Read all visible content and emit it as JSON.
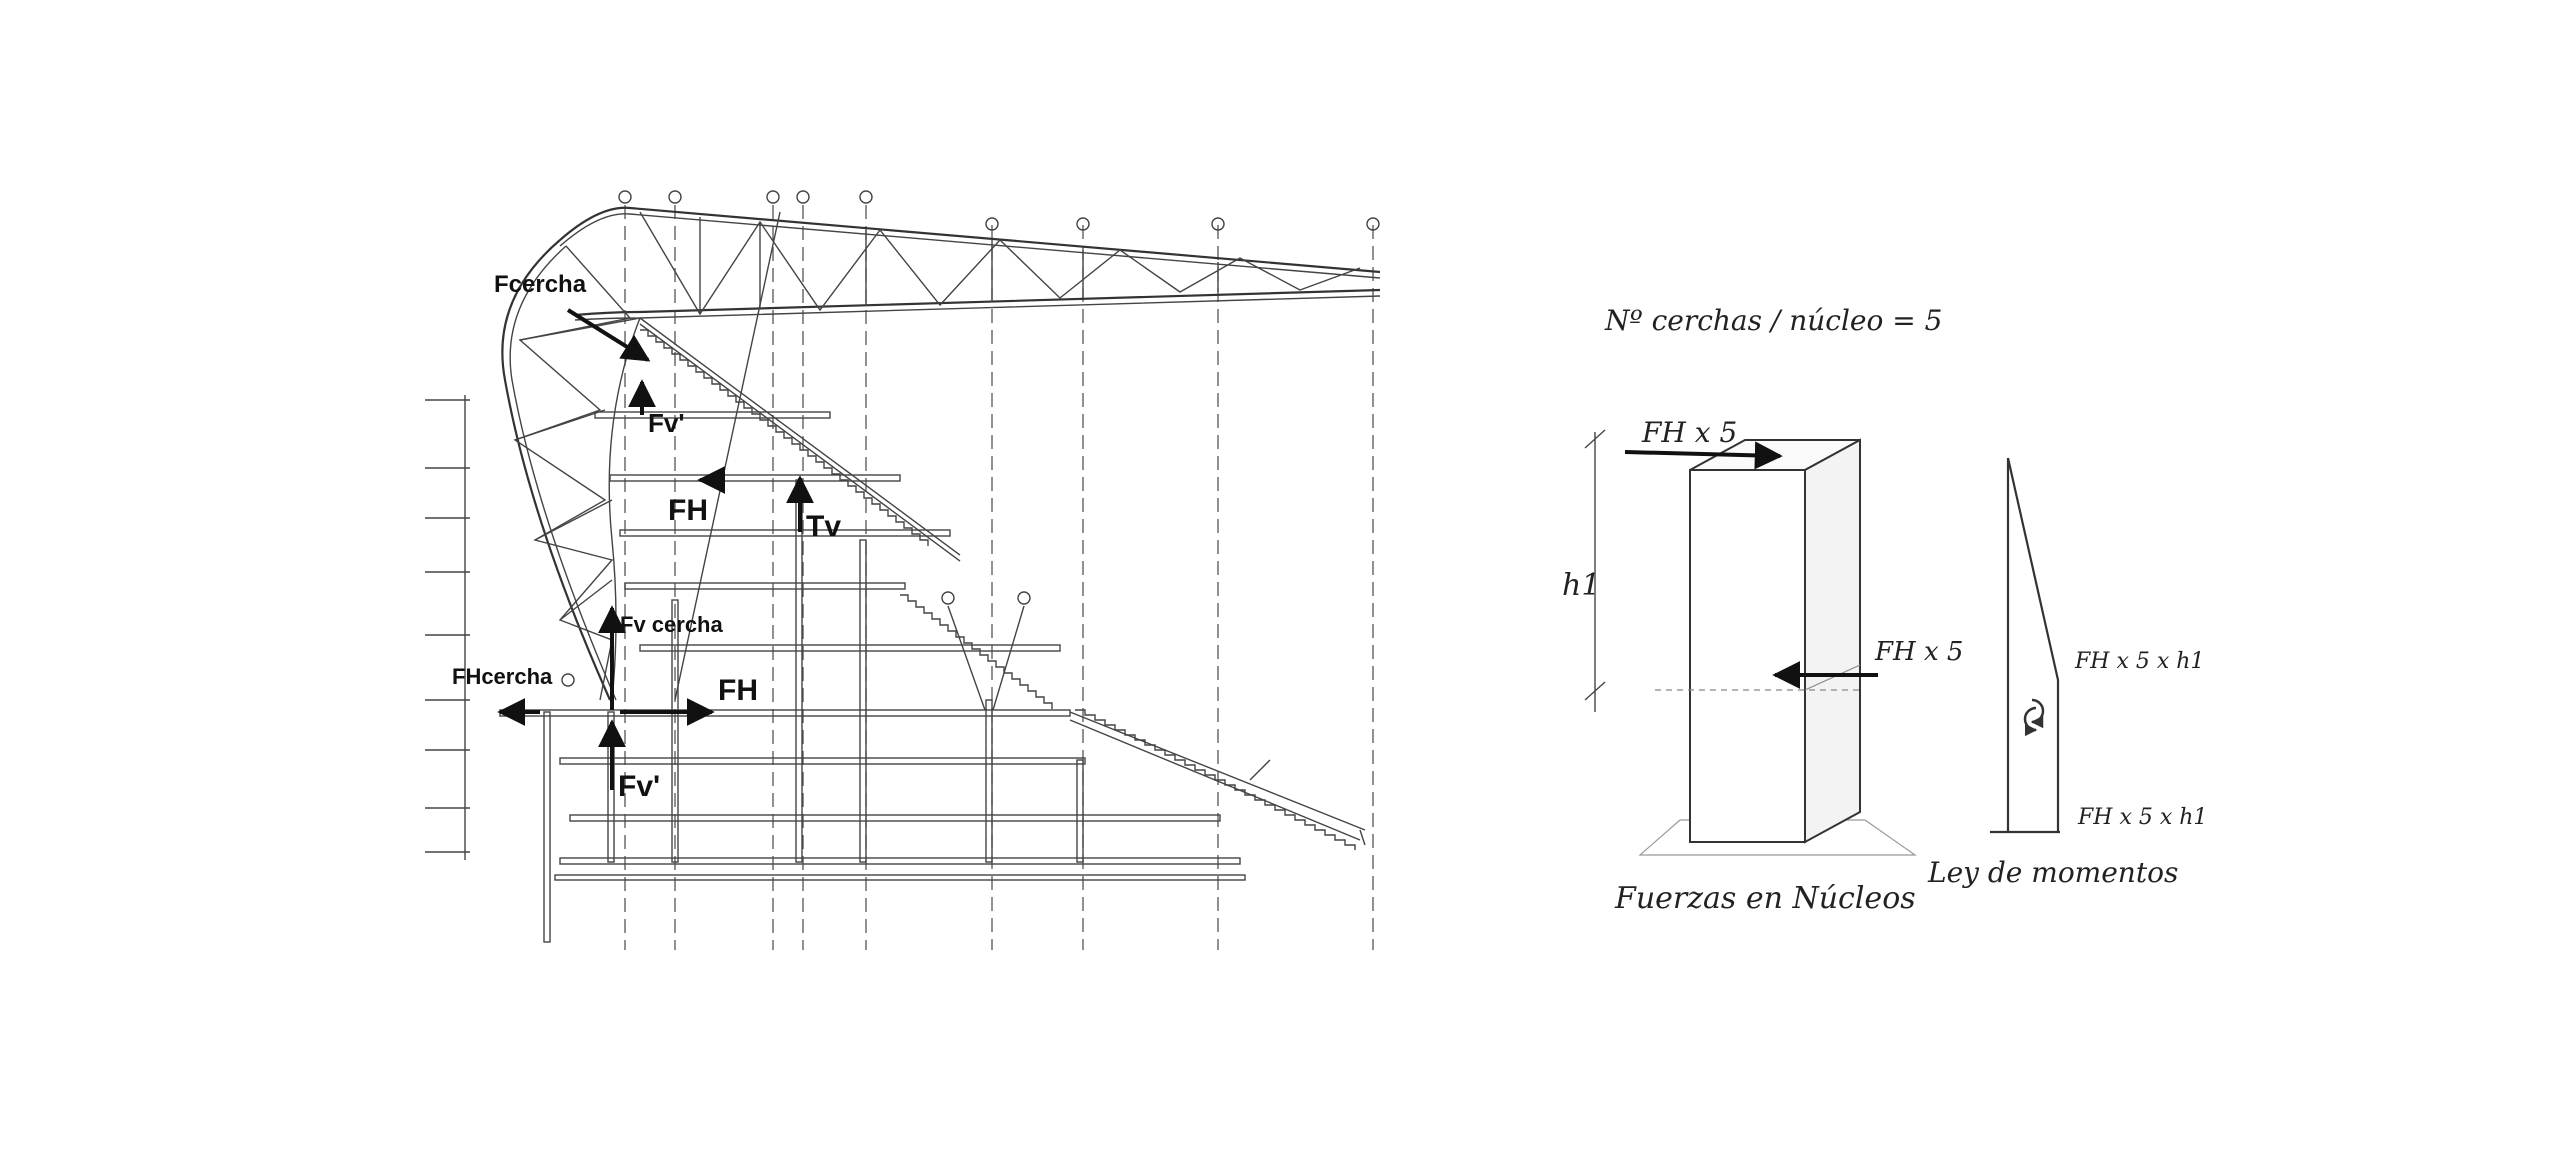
{
  "section": {
    "axis_markers": [
      "",
      "",
      "",
      "",
      "",
      "",
      "",
      "",
      "",
      "",
      "",
      ""
    ],
    "forces": {
      "f_cercha_top": "Fcercha",
      "f_v_prime_top": "Fv'",
      "f_h_mid": "FH",
      "t_v": "Tv",
      "f_v_cercha": "Fv cercha",
      "f_h_cercha": "FHcercha",
      "f_h_low": "FH",
      "f_v_prime_low": "Fv'"
    }
  },
  "notes": {
    "count_formula": "Nº cerchas / núcleo = 5"
  },
  "core": {
    "top_force": "FH x 5",
    "height_label": "h1",
    "mid_force": "FH x 5",
    "caption": "Fuerzas en Núcleos"
  },
  "moments": {
    "top_value": "FH x 5 x h1",
    "bottom_value": "FH x 5 x h1",
    "caption": "Ley de momentos"
  }
}
